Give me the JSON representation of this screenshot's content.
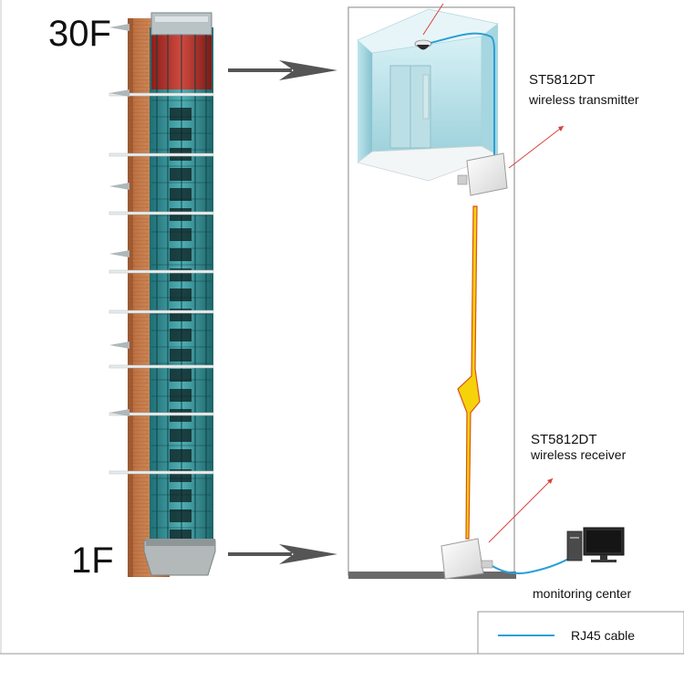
{
  "floors": {
    "top": "30F",
    "bottom": "1F"
  },
  "transmitter": {
    "model": "ST5812DT",
    "label": "wireless transmitter"
  },
  "receiver": {
    "model": "ST5812DT",
    "label": "wireless receiver"
  },
  "monitoring": {
    "label": "monitoring center"
  },
  "legend": {
    "cable": "RJ45 cable"
  },
  "colors": {
    "cable": "#2a9fd6",
    "bolt_fill": "#f5d20a",
    "bolt_edge": "#d8541a",
    "pointer": "#d8413a",
    "floor_bar": "#6a6a6a",
    "brick": "#c97a4c",
    "glass": "#3f9aa0",
    "top_car": "#b8302a",
    "arrow": "#555555"
  },
  "icons": [
    "dome-camera-icon",
    "computer-monitor-icon",
    "lightning-bolt-icon"
  ]
}
